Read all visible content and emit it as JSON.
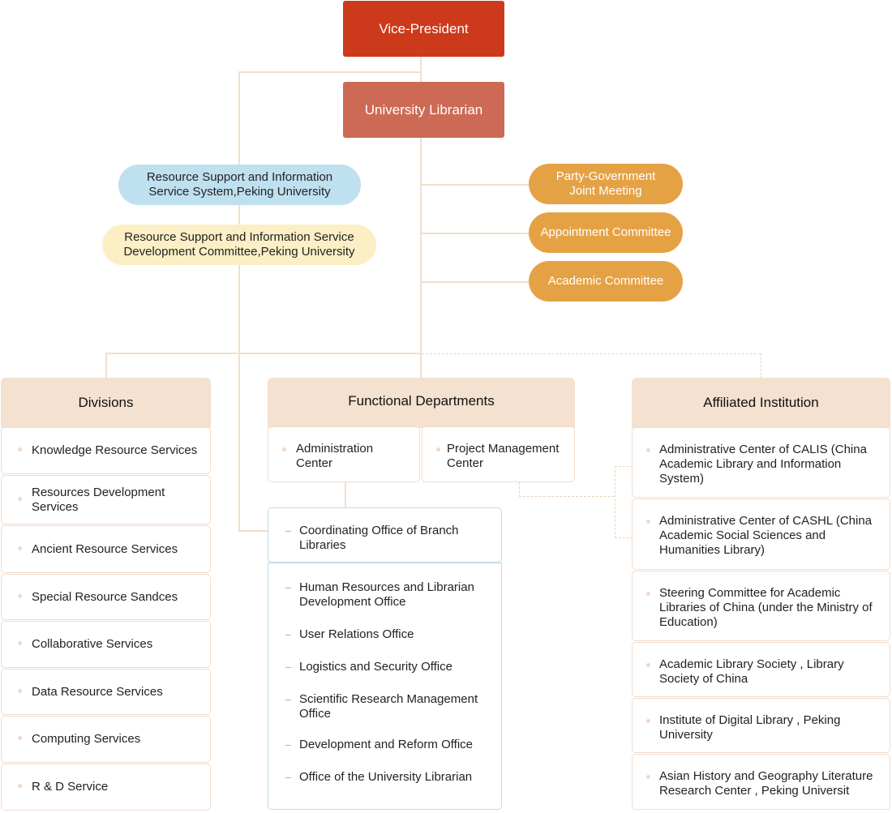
{
  "top": {
    "vice_president": "Vice-President",
    "university_librarian": "University Librarian"
  },
  "left_bodies": [
    "Resource Support and Information\nService System,Peking University",
    "Resource Support and Information Service\nDevelopment Committee,Peking University"
  ],
  "right_committees": [
    "Party-Government\nJoint Meeting",
    "Appointment  Committee",
    "Academic Committee"
  ],
  "divisions": {
    "title": "Divisions",
    "items": [
      "Knowledge Resource Services",
      "Resources Development Services",
      "Ancient Resource Services",
      "Special Resource Sandces",
      "Collaborative Services",
      "Data Resource Services",
      "Computing Services",
      "R & D Service"
    ]
  },
  "functional": {
    "title": "Functional Departments",
    "centers": [
      "Administration Center",
      "Project Management Center"
    ],
    "coordinating": "Coordinating Office of Branch Libraries",
    "offices": [
      "Human Resources and Librarian Development Office",
      "User Relations Office",
      "Logistics and Security Office",
      "Scientific Research Management Office",
      "Development and Reform Office",
      "Office of the University Librarian"
    ]
  },
  "affiliated": {
    "title": "Affiliated Institution",
    "items": [
      "Administrative Center of CALIS (China Academic Library and Information System)",
      "Administrative Center of CASHL (China Academic Social Sciences and Humanities Library)",
      "Steering Committee for Academic Libraries of China (under the Ministry of Education)",
      "Academic Library Society , Library Society of China",
      "Institute of Digital Library , Peking University",
      "Asian History and Geography Literature Research Center , Peking Universit"
    ]
  },
  "colors": {
    "vice_president": "#cd3a1b",
    "university_librarian": "#cd6a55",
    "blue_pill": "#bfe0ef",
    "yellow_pill": "#fcefc5",
    "orange_pill": "#e5a245",
    "panel_header": "#f4e1cf",
    "connector": "#f2dfcb",
    "office_dash": "#7fc2dc"
  }
}
